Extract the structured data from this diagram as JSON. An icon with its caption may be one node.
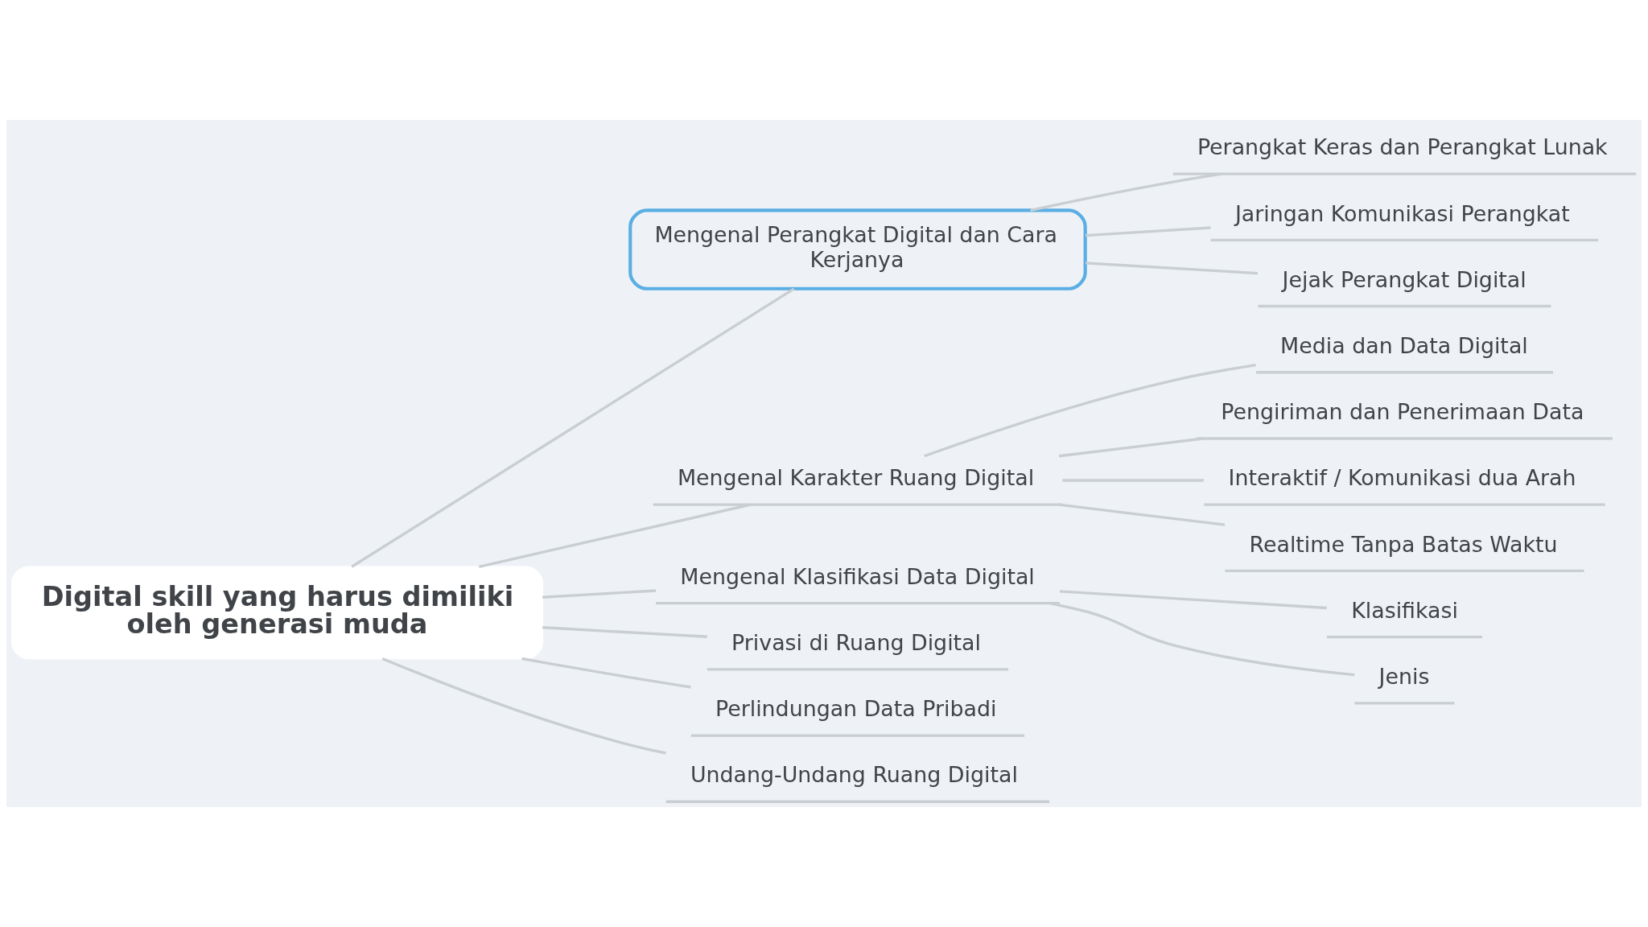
{
  "diagram": {
    "nodes": [
      {
        "text": [
          "Digital skill yang harus dimiliki oleh generasi muda"
        ]
      },
      {
        "text": [
          "Mengenal Perangkat Digital dan Cara Kerjanya"
        ]
      },
      {
        "text": [
          "Perangkat Keras dan Perangkat Lunak"
        ]
      },
      {
        "text": [
          "Jaringan Komunikasi Perangkat"
        ]
      },
      {
        "text": [
          "Jejak Perangkat Digital"
        ]
      },
      {
        "text": [
          "Mengenal Karakter Ruang Digital"
        ]
      },
      {
        "text": [
          "Media dan Data Digital"
        ]
      },
      {
        "text": [
          "Pengiriman dan Penerimaan Data"
        ]
      },
      {
        "text": [
          "Interaktif / Komunikasi dua Arah"
        ]
      },
      {
        "text": [
          "Realtime Tanpa Batas Waktu"
        ]
      },
      {
        "text": [
          "Mengenal Klasifikasi Data Digital"
        ]
      },
      {
        "text": [
          "Klasifikasi"
        ]
      },
      {
        "text": [
          "Jenis"
        ]
      },
      {
        "text": [
          "Privasi di Ruang Digital"
        ]
      },
      {
        "text": [
          "Perlindungan Data Pribadi"
        ]
      },
      {
        "text": [
          "Undang-Undang Ruang Digital"
        ]
      }
    ],
    "edges": [
      {
        "from": 0,
        "to": 1,
        "arrow": "none"
      },
      {
        "from": 1,
        "to": 2,
        "arrow": "none"
      },
      {
        "from": 1,
        "to": 3,
        "arrow": "none"
      },
      {
        "from": 1,
        "to": 4,
        "arrow": "none"
      },
      {
        "from": 0,
        "to": 5,
        "arrow": "none"
      },
      {
        "from": 5,
        "to": 6,
        "arrow": "none"
      },
      {
        "from": 5,
        "to": 7,
        "arrow": "none"
      },
      {
        "from": 5,
        "to": 8,
        "arrow": "none"
      },
      {
        "from": 5,
        "to": 9,
        "arrow": "none"
      },
      {
        "from": 0,
        "to": 10,
        "arrow": "none"
      },
      {
        "from": 10,
        "to": 11,
        "arrow": "none"
      },
      {
        "from": 10,
        "to": 12,
        "arrow": "none"
      },
      {
        "from": 0,
        "to": 13,
        "arrow": "none"
      },
      {
        "from": 0,
        "to": 14,
        "arrow": "none"
      },
      {
        "from": 0,
        "to": 15,
        "arrow": "none"
      }
    ]
  }
}
